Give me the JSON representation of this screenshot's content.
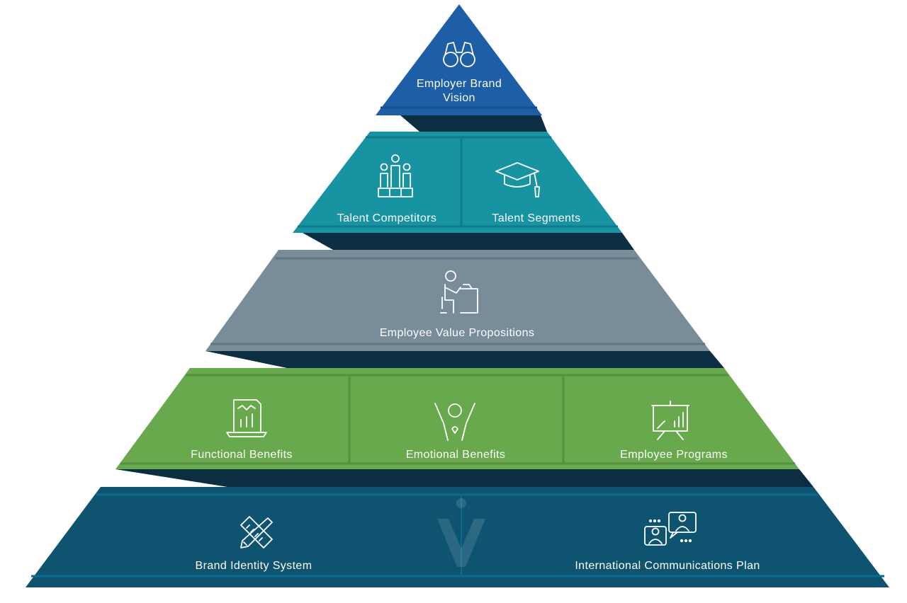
{
  "colors": {
    "tier1": "#1d5fa6",
    "tier2": "#1893a2",
    "tier3": "#788c99",
    "tier4": "#69a94d",
    "tier5": "#0e5370",
    "connector": "#0b2e42"
  },
  "tier1": {
    "label_line1": "Employer Brand",
    "label_line2": "Vision",
    "icon": "binoculars-icon"
  },
  "tier2": {
    "left": {
      "label": "Talent Competitors",
      "icon": "podium-people-icon"
    },
    "right": {
      "label": "Talent Segments",
      "icon": "graduation-cap-icon"
    }
  },
  "tier3": {
    "label": "Employee Value Propositions",
    "icon": "person-at-desk-icon"
  },
  "tier4": {
    "left": {
      "label": "Functional Benefits",
      "icon": "laptop-report-icon"
    },
    "middle": {
      "label": "Emotional Benefits",
      "icon": "cheering-person-icon"
    },
    "right": {
      "label": "Employee Programs",
      "icon": "presentation-board-icon"
    }
  },
  "tier5": {
    "left": {
      "label": "Brand Identity System",
      "icon": "pencil-ruler-icon"
    },
    "right": {
      "label": "International Communications Plan",
      "icon": "chat-people-icon"
    },
    "watermark": "logo-watermark-icon"
  }
}
